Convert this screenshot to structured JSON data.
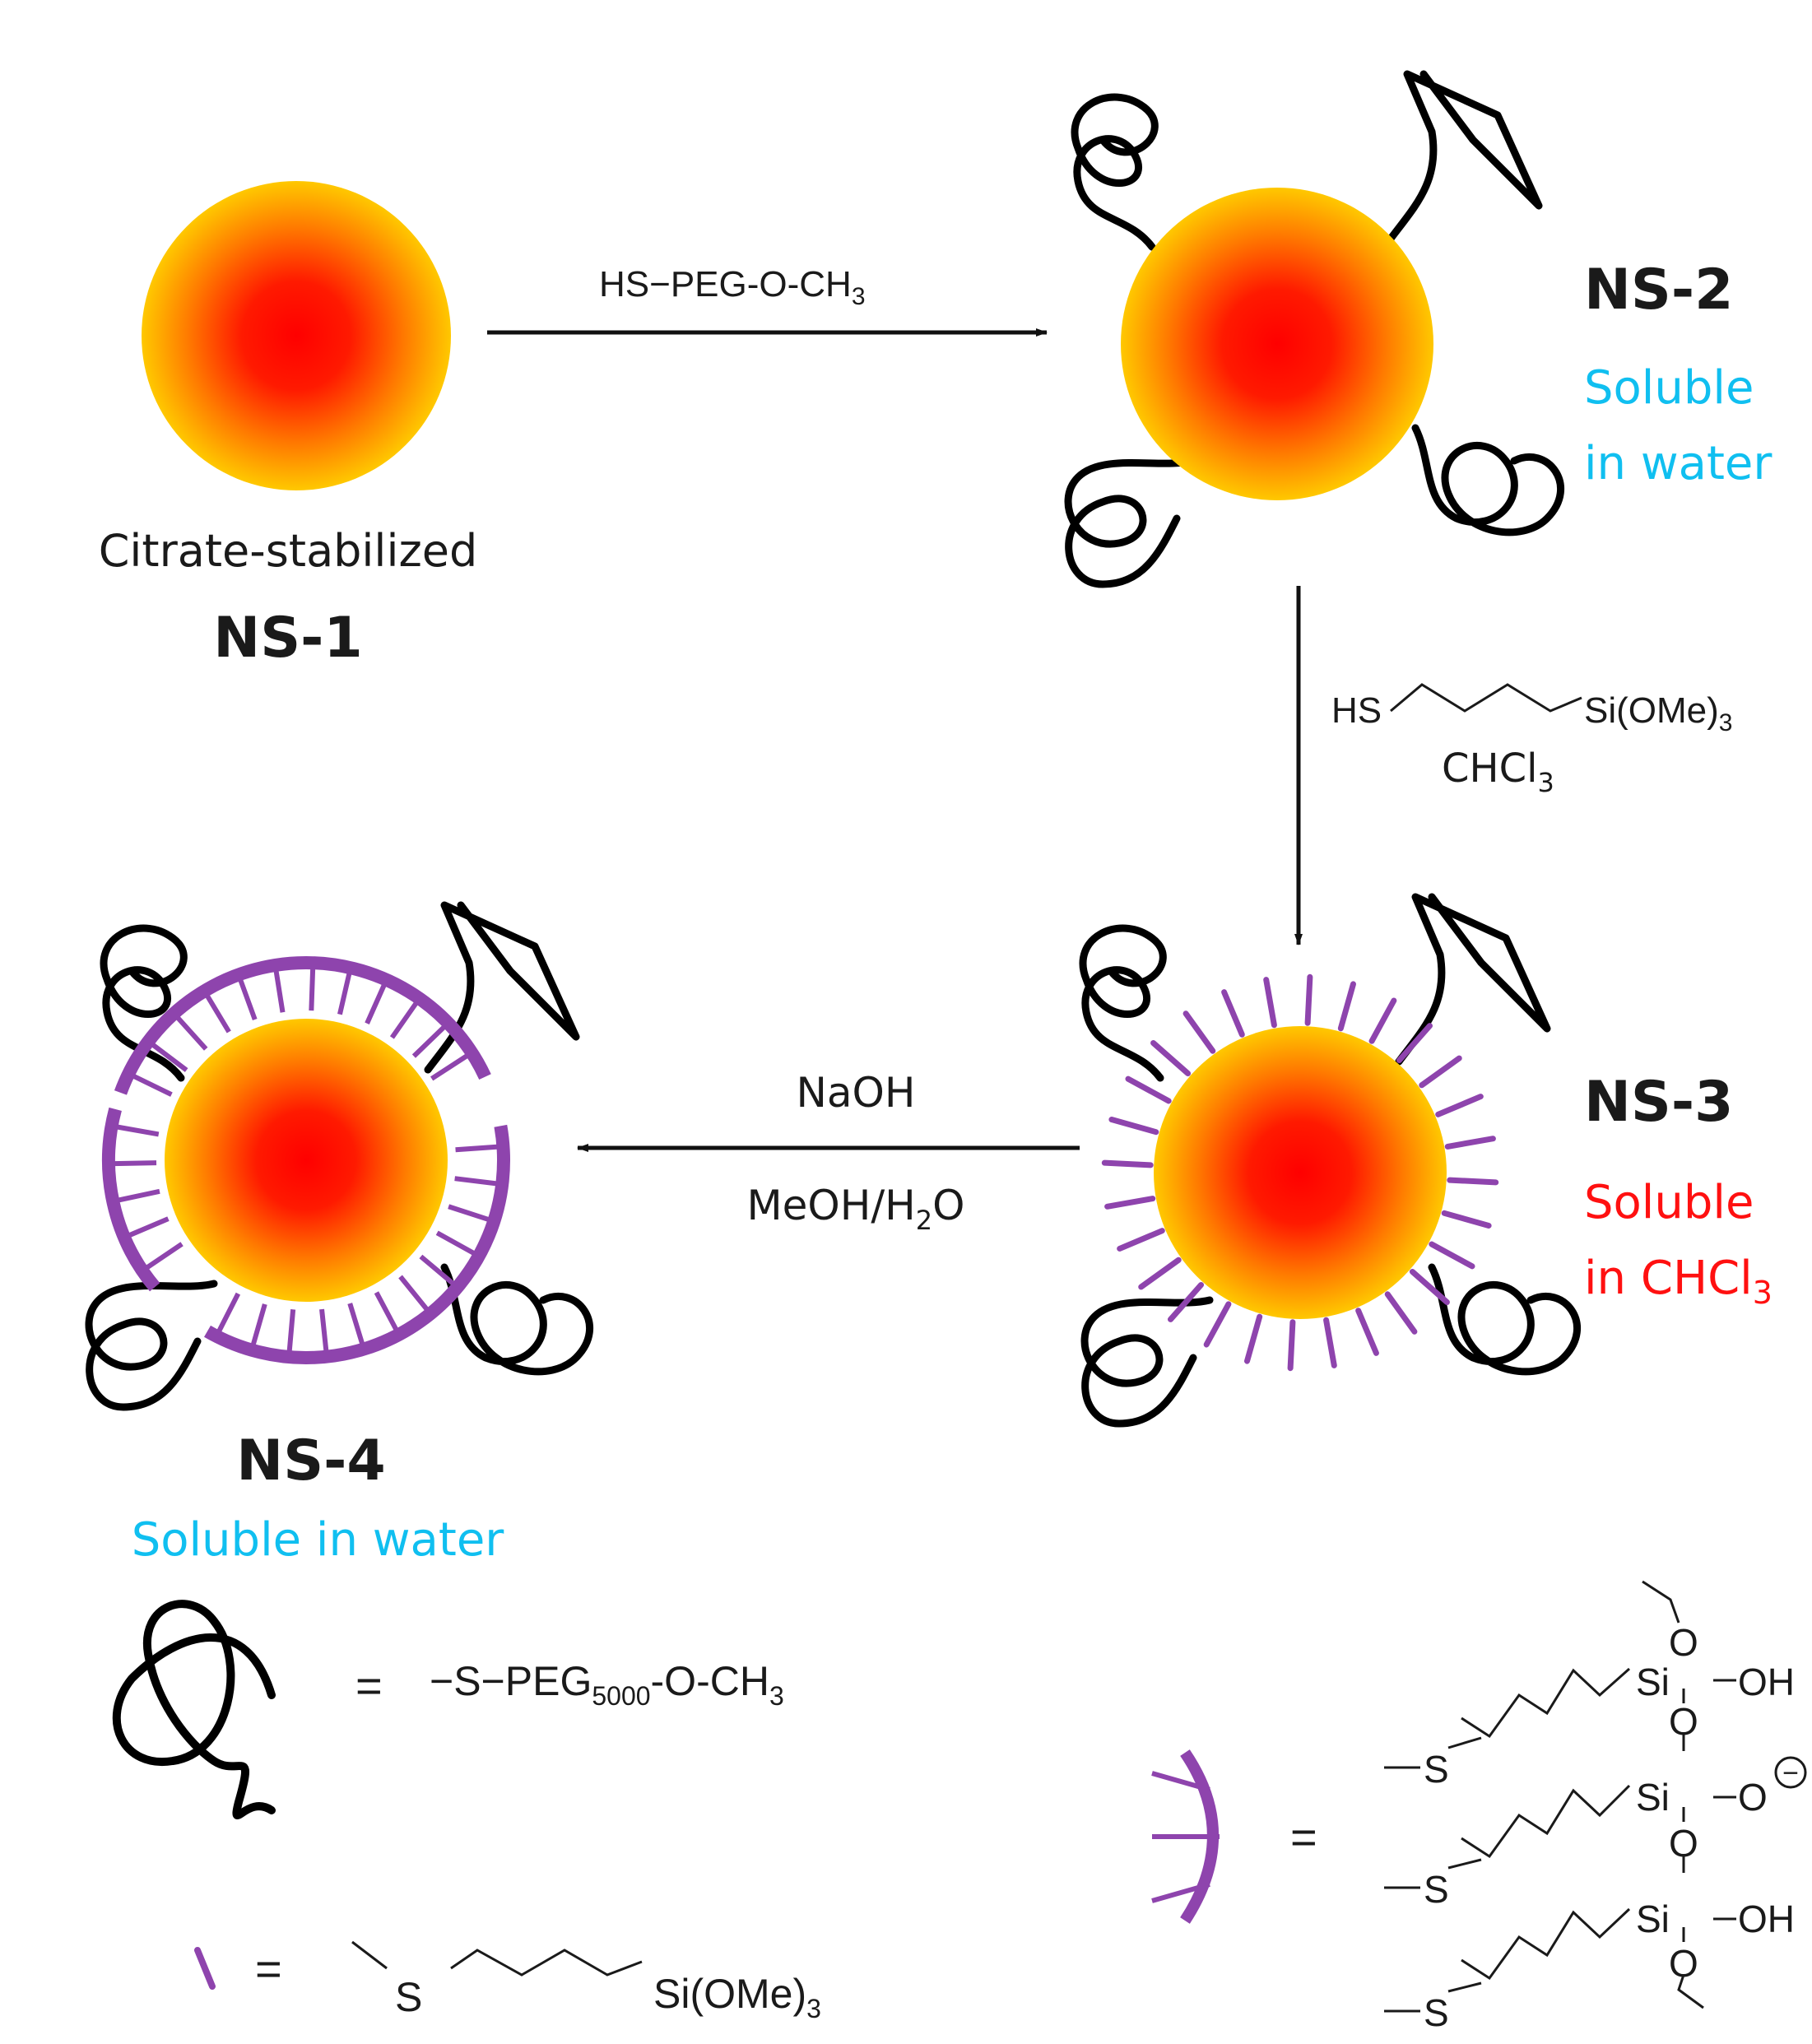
{
  "colors": {
    "core_center": "#ff0000",
    "core_edge": "#ffc800",
    "peg": "#000000",
    "silane": "#8e44ad",
    "water_label": "#10bff0",
    "chcl3_label": "#ff1010",
    "text": "#1a1a1a",
    "arrow": "#111111"
  },
  "ns1": {
    "caption": "Citrate-stabilized",
    "label": "NS-1"
  },
  "ns2": {
    "label": "NS-2",
    "solubility_line1": "Soluble",
    "solubility_line2": "in water"
  },
  "ns3": {
    "label": "NS-3",
    "solubility_line1": "Soluble",
    "solubility_line2": "in CHCl",
    "solubility_sub": "3"
  },
  "ns4": {
    "label": "NS-4",
    "solubility": "Soluble in water"
  },
  "step1": {
    "reagent": "HS−PEG-O-CH",
    "reagent_sub": "3"
  },
  "step2": {
    "thiol": "HS",
    "silane": "Si(OMe)",
    "silane_sub": "3",
    "solvent": "CHCl",
    "solvent_sub": "3"
  },
  "step3": {
    "base": "NaOH",
    "solvent": "MeOH/H",
    "solvent_sub": "2",
    "solvent_end": "O"
  },
  "legend": {
    "peg_equals": "=",
    "peg_text": "−S−PEG",
    "peg_sub": "5000",
    "peg_end": "-O-CH",
    "peg_end_sub": "3",
    "silane_equals": "=",
    "silane_s": "S",
    "silane_si": "Si(OMe)",
    "silane_si_sub": "3",
    "shell_equals": "=",
    "shell_s1": "S",
    "shell_s2": "S",
    "shell_s3": "S",
    "shell_si1": "Si",
    "shell_si2": "Si",
    "shell_si3": "Si",
    "shell_oh1": "OH",
    "shell_o_minus": "O",
    "shell_oh3": "OH",
    "shell_o_top": "O",
    "shell_o_mid1": "O",
    "shell_o_mid2": "O",
    "shell_o_bottom": "O",
    "shell_charge": "−"
  }
}
